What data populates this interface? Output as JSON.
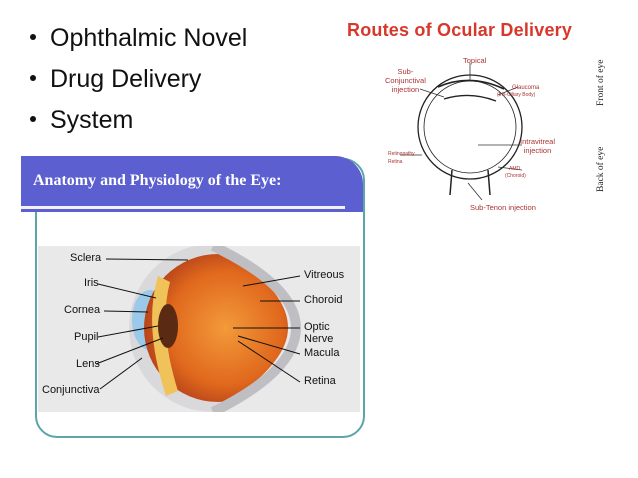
{
  "bullets": [
    "Ophthalmic Novel",
    "Drug Delivery",
    "System"
  ],
  "anatomy": {
    "title": "Anatomy and Physiology of the Eye:",
    "left_labels": [
      "Sclera",
      "Iris",
      "Cornea",
      "Pupil",
      "Lens",
      "Conjunctiva"
    ],
    "right_labels": [
      "Vitreous",
      "Choroid",
      "Optic Nerve",
      "Macula",
      "Retina"
    ]
  },
  "routes": {
    "title": "Routes of Ocular Delivery",
    "topical": "Topical",
    "subconj": "Sub-\nConjunctival\ninjection",
    "glaucoma": "Glaucoma",
    "glaucoma_sub": "(Iris-Ciliary Body)",
    "intravitreal": "Intravitreal\ninjection",
    "retinopathy": "Retinopathy",
    "retina": "Retina",
    "amd": "AMD",
    "amd_sub": "(Choroid)",
    "subtenon": "Sub-Tenon injection",
    "front": "Front of eye",
    "back": "Back of eye"
  },
  "colors": {
    "banner": "#5b5fcf",
    "frame": "#5aa6a9",
    "routes_title": "#d8372c"
  }
}
